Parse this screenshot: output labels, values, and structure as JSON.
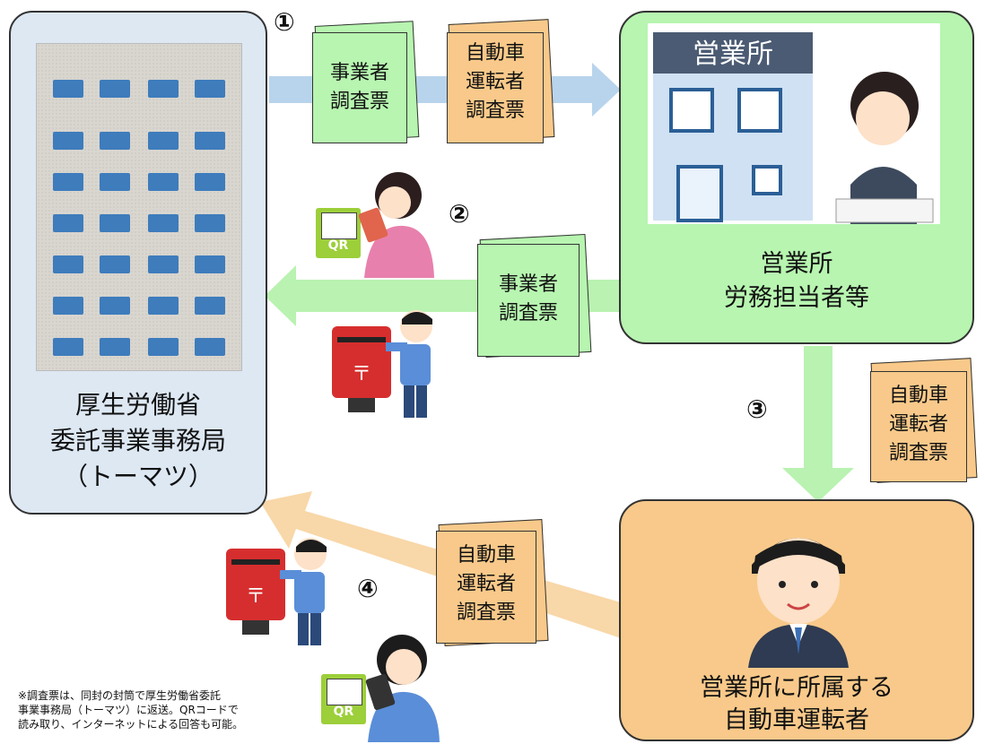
{
  "bureau": {
    "label": "厚生労働省\n委託事業事務局\n（トーマツ）"
  },
  "office": {
    "sign": "営業所",
    "label": "営業所\n労務担当者等"
  },
  "driver": {
    "label": "営業所に所属する\n自動車運転者"
  },
  "steps": {
    "s1": "①",
    "s2": "②",
    "s3": "③",
    "s4": "④"
  },
  "cards": {
    "business_survey": "事業者\n調査票",
    "driver_survey": "自動車\n運転者\n調査票"
  },
  "qr": "QR",
  "note": "※調査票は、同封の封筒で厚生労働省委託\n事業事務局（トーマツ）に返送。QRコードで\n読み取り、インターネットによる回答も可能。",
  "colors": {
    "green_box": "#b7f5b0",
    "orange_box": "#f8c98a",
    "blue_box": "#dde8f3",
    "arrow_blue": "#b8d4ec",
    "arrow_green": "#b9f2b1",
    "arrow_orange": "#f8d7a8"
  }
}
